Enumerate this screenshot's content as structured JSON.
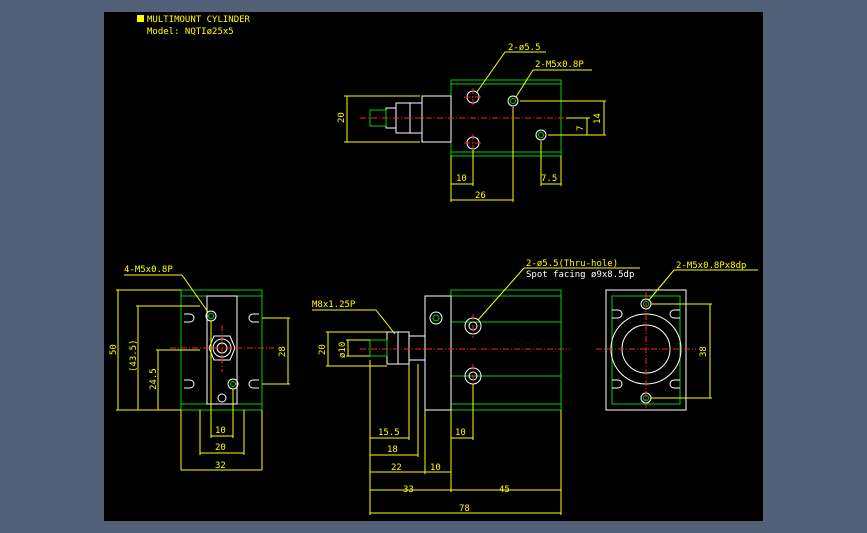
{
  "title": {
    "line1": "MULTIMOUNT CYLINDER",
    "line2": "Model: NQTIø25x5"
  },
  "colors": {
    "background": "#536178",
    "sheet": "#000000",
    "dimension": "#ffff00",
    "outline": "#ffffff",
    "hidden": "#00d000",
    "centerline": "#ff2020"
  },
  "top_view": {
    "holes_callout": "2-ø5.5",
    "thread_callout": "2-M5x0.8P",
    "dim_height": "20",
    "dim_14": "14",
    "dim_7": "7",
    "dim_10": "10",
    "dim_7_5": "7.5",
    "dim_26": "26"
  },
  "left_view": {
    "thread_callout": "4-M5x0.8P",
    "dim_50": "50",
    "dim_43_5": "(43.5)",
    "dim_24_5": "24.5",
    "dim_28": "28",
    "dim_10": "10",
    "dim_20": "20",
    "dim_32": "32"
  },
  "front_view": {
    "rod_thread": "M8x1.25P",
    "holes_callout": "2-ø5.5(Thru-hole)",
    "spot_facing": "Spot facing ø9x8.5dp",
    "dim_20": "20",
    "dim_rod_dia": "ø10",
    "dim_15_5": "15.5",
    "dim_10": "10",
    "dim_18": "18",
    "dim_22": "22",
    "dim_10b": "10",
    "dim_33": "33",
    "dim_45": "45",
    "dim_78": "78"
  },
  "right_view": {
    "thread_callout": "2-M5x0.8Px8dp",
    "dim_38": "38"
  }
}
